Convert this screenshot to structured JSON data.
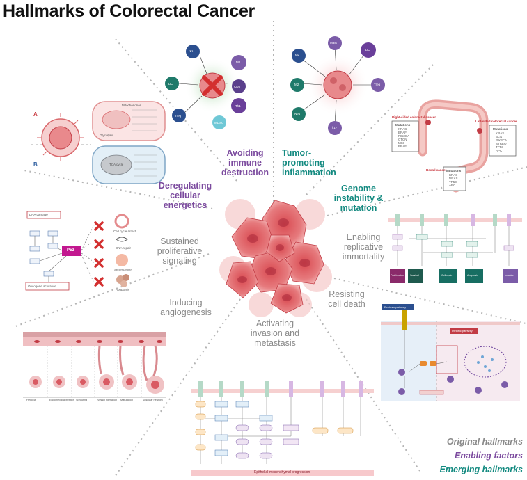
{
  "title": "Hallmarks of Colorectal Cancer",
  "hallmarks": {
    "avoiding_immune": [
      "Avoiding",
      "immune",
      "destruction"
    ],
    "tumor_inflammation": [
      "Tumor-",
      "promoting",
      "inflammation"
    ],
    "genome_instability": [
      "Genome",
      "instability &",
      "mutation"
    ],
    "deregulating_energetics": [
      "Deregulating",
      "cellular",
      "energetics"
    ],
    "sustained_signaling": [
      "Sustained",
      "proliferative",
      "signaling"
    ],
    "replicative_immortality": [
      "Enabling",
      "replicative",
      "immortality"
    ],
    "inducing_angiogenesis": [
      "Inducing",
      "angiogenesis"
    ],
    "resisting_death": [
      "Resisting",
      "cell death"
    ],
    "invasion_metastasis": [
      "Activating",
      "invasion and",
      "metastasis"
    ]
  },
  "panels": {
    "energetics": {
      "tag_a": "A",
      "tag_b": "B",
      "mito_label": "Mitochondrion",
      "glycolysis_label": "Glycolysis",
      "tca_label": "TCA cycle"
    },
    "proliferative": {
      "dna_damage": "DNA damage",
      "p53": "P53",
      "oncogene": "Oncogene activation",
      "outcomes": [
        "Cell cycle arrest",
        "DNA repair",
        "Senescence",
        "Apoptosis"
      ]
    },
    "immortality": {
      "boxes": [
        "Proliferation",
        "Survival",
        "Cell cycle",
        "Apoptosis",
        "Invasion"
      ]
    },
    "cell_death": {
      "extrinsic": "Extrinsic pathway",
      "intrinsic": "Intrinsic pathway"
    },
    "angiogenesis": {
      "stages": [
        "Hypoxia",
        "Endothelial activation",
        "Sprouting",
        "Vessel formation",
        "Maturation",
        "Vascular network"
      ]
    },
    "invasion": {
      "bar_label": "Epithelial-mesenchymal progression"
    },
    "genome": {
      "right_title": "Right-sided colorectal cancer",
      "left_title": "Left-sided colorectal cancer",
      "rectal_title": "Rectal cancer",
      "mutations_label": "Mutations",
      "right_mut": [
        "KRAS",
        "BRAF",
        "PIK3CA",
        "CTCN",
        "MSI",
        "BRAF"
      ],
      "left_mut": [
        "KRAS",
        "BLI1",
        "PIK3CA",
        "STREO",
        "TP53",
        "APC"
      ],
      "rectal_mut": [
        "KRAS",
        "NRAS",
        "TP53",
        "APC"
      ]
    },
    "immune": {
      "cells": [
        "NK",
        "DC",
        "Treg",
        "MDSC",
        "M2",
        "CD8",
        "Th1"
      ]
    },
    "inflammation": {
      "cells": [
        "NK",
        "Mast",
        "DC",
        "Treg",
        "M2",
        "Neu",
        "Th17"
      ]
    }
  },
  "legend": {
    "original": "Original hallmarks",
    "enabling": "Enabling factors",
    "emerging": "Emerging hallmarks"
  },
  "colors": {
    "original": "#888888",
    "enabling": "#7b4a9e",
    "emerging": "#138a80",
    "tumor": "#e8777a"
  }
}
